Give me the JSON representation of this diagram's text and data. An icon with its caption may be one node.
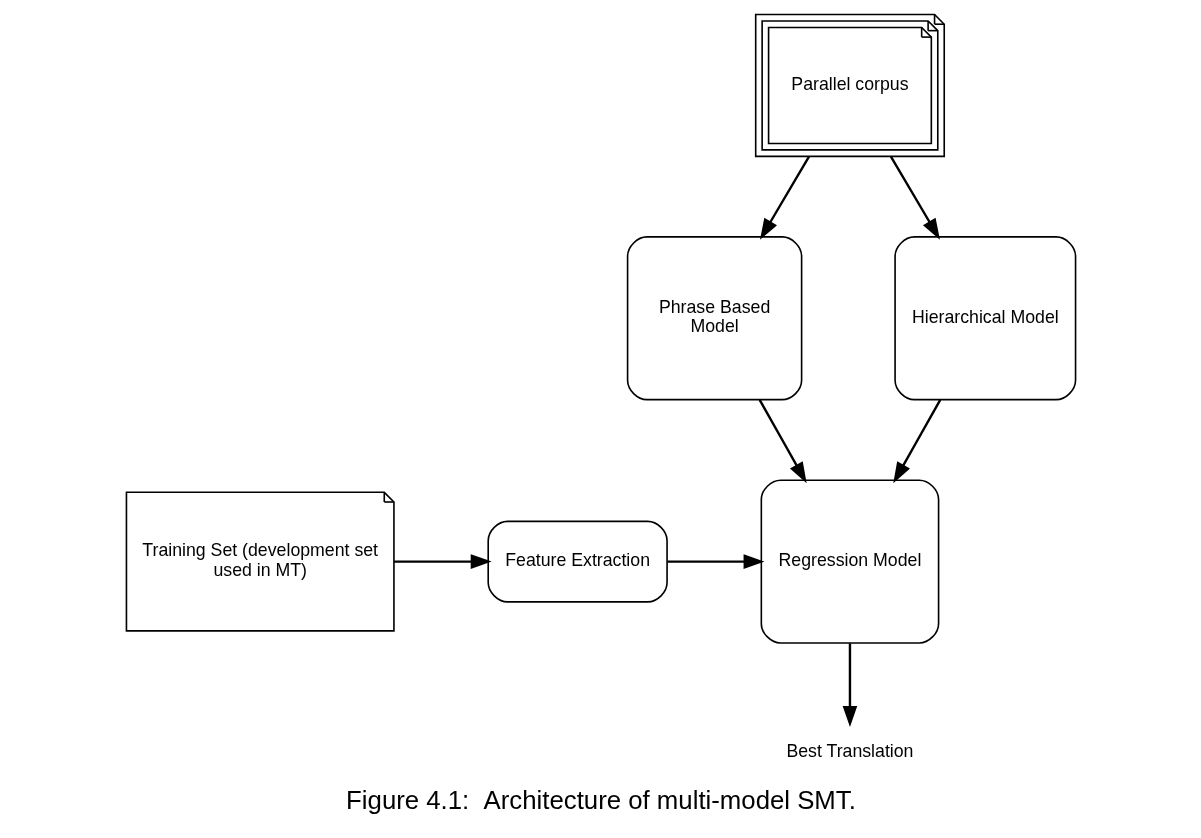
{
  "diagram": {
    "caption": "Figure 4.1:  Architecture of multi-model SMT.",
    "nodes": [
      {
        "text": [
          "Parallel corpus"
        ]
      },
      {
        "text": [
          "Phrase Based Model"
        ]
      },
      {
        "text": [
          "Hierarchical Model"
        ]
      },
      {
        "text": [
          "Regression Model"
        ]
      },
      {
        "text": [
          "Feature Extraction"
        ]
      },
      {
        "text": [
          "Training Set (development set used in MT)"
        ]
      },
      {
        "text": [
          "Best Translation"
        ]
      }
    ],
    "edges": [
      {
        "from": 0,
        "to": 1,
        "arrow": "to"
      },
      {
        "from": 0,
        "to": 2,
        "arrow": "to"
      },
      {
        "from": 1,
        "to": 3,
        "arrow": "to"
      },
      {
        "from": 2,
        "to": 3,
        "arrow": "to"
      },
      {
        "from": 5,
        "to": 4,
        "arrow": "to"
      },
      {
        "from": 4,
        "to": 3,
        "arrow": "to"
      },
      {
        "from": 3,
        "to": 6,
        "arrow": "to"
      }
    ]
  }
}
